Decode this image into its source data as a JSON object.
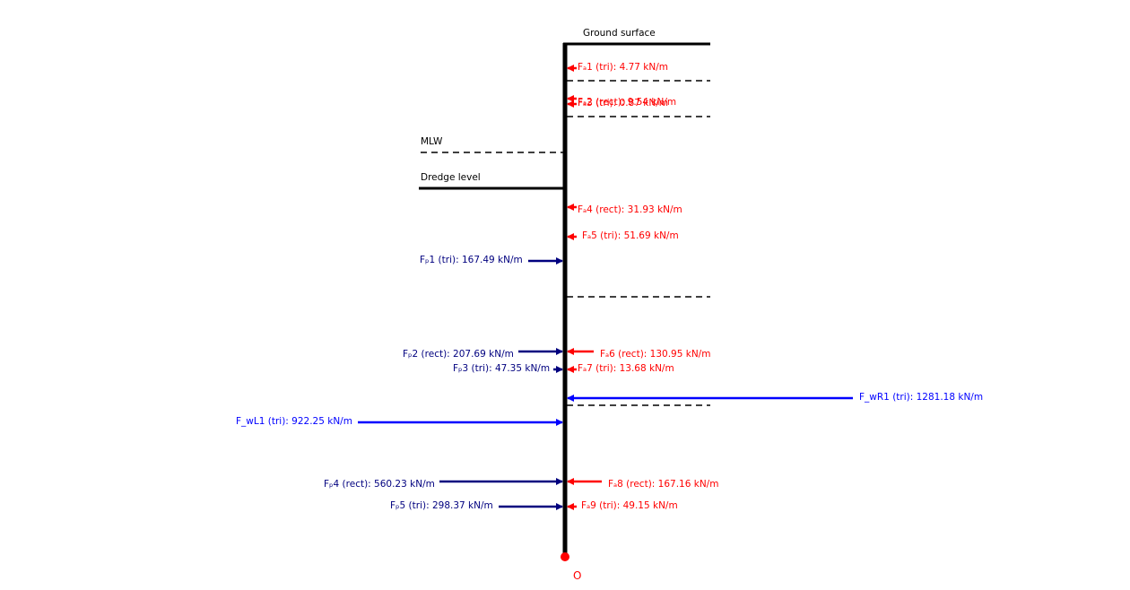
{
  "colors": {
    "active": "#ff0000",
    "passive": "#00007f",
    "water": "#0000ff",
    "structure": "#000000"
  },
  "levels": {
    "ground_surface": "Ground surface",
    "mlw": "MLW",
    "dredge_level": "Dredge level"
  },
  "origin_label": "O",
  "forces": {
    "fa1": "Fₐ1 (tri): 4.77 kN/m",
    "fa2": "Fₐ2 (rect): 9.54 kN/m",
    "fa3": "Fₐ3 (tri): 0.87 kN/m",
    "fa4": "Fₐ4 (rect): 31.93 kN/m",
    "fa5": "Fₐ5 (tri): 51.69 kN/m",
    "fa6": "Fₐ6 (rect): 130.95 kN/m",
    "fa7": "Fₐ7 (tri): 13.68 kN/m",
    "fa8": "Fₐ8 (rect): 167.16 kN/m",
    "fa9": "Fₐ9 (tri): 49.15 kN/m",
    "fp1": "Fₚ1 (tri): 167.49 kN/m",
    "fp2": "Fₚ2 (rect): 207.69 kN/m",
    "fp3": "Fₚ3 (tri): 47.35 kN/m",
    "fp4": "Fₚ4 (rect): 560.23 kN/m",
    "fp5": "Fₚ5 (tri): 298.37 kN/m",
    "fwr1": "F_wR1 (tri): 1281.18 kN/m",
    "fwl1": "F_wL1 (tri): 922.25 kN/m"
  }
}
